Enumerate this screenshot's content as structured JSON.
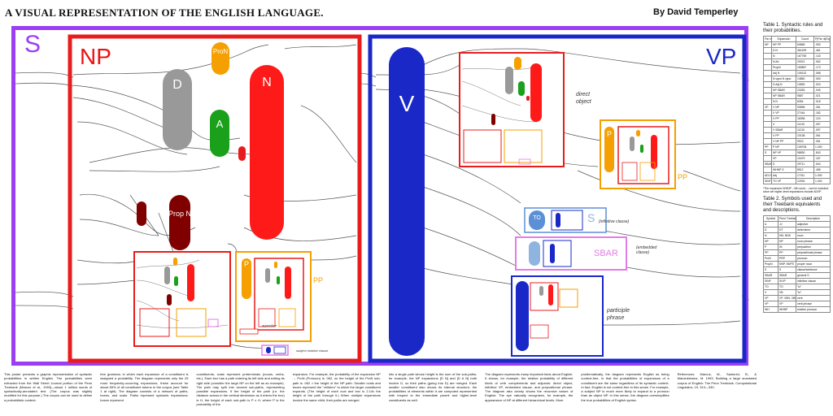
{
  "header": {
    "title": "A VISUAL REPRESENTATION OF THE ENGLISH LANGUAGE.",
    "author": "By David Temperley"
  },
  "diagram": {
    "labels": {
      "s": "S",
      "np": "NP",
      "vp": "VP",
      "v": "V",
      "pron": "ProN",
      "d": "D",
      "a": "A",
      "n": "N",
      "propn": "Prop N",
      "p": "P",
      "pp": "PP",
      "to": "TO",
      "s_inf": "S",
      "sbar": "SBAR"
    },
    "notes": {
      "direct_object": "direct object",
      "infinitive_clause": "(infinitive clause)",
      "embedded_clause": "(embedded clause)",
      "participle_phrase": "participle phrase",
      "appositive": "appositive",
      "subject_relative_clause": "subject relative clause"
    },
    "colors": {
      "s": "#9c3ef2",
      "np": "#e81c1c",
      "vp": "#1a28c8",
      "d": "#999999",
      "a": "#1aa01a",
      "n": "#ff1a1a",
      "pron": "#f5a000",
      "propn": "#800000",
      "p": "#f5a000",
      "to": "#5b8fd6",
      "sbar": "#e57be8"
    }
  },
  "sidebar": {
    "table1_caption": "Table 1. Syntactic rules and their probabilities.",
    "table1_headers": [
      "Par ent",
      "Expansion",
      "Count",
      "P(Par nt|Expansion)"
    ],
    "table1_rows": [
      [
        "NP",
        "NP PP",
        "60865",
        ".052"
      ],
      [
        "",
        "D N",
        "361499",
        ".461"
      ],
      [
        "",
        "N",
        "167769",
        ".143"
      ],
      [
        "",
        "N Ad",
        "20021",
        ".062"
      ],
      [
        "",
        "PropN",
        "159857",
        ".173"
      ],
      [
        "",
        "Adj N",
        "105132",
        ".068"
      ],
      [
        "",
        "N vgno N vgno",
        "14860",
        ".063"
      ],
      [
        "",
        "D Adj N",
        "10830",
        ".024"
      ],
      [
        "",
        "NP SBAR",
        "23283",
        ".049"
      ],
      [
        "",
        "NP SBAR",
        "9887",
        ".021"
      ],
      [
        "",
        "N N",
        "8354",
        ".018"
      ],
      [
        "VP",
        "V NP",
        "90896",
        ".261"
      ],
      [
        "",
        "V VP",
        "27444",
        ".182"
      ],
      [
        "",
        "V PP",
        "18396",
        ".124"
      ],
      [
        "",
        "V",
        "11210",
        ".097"
      ],
      [
        "",
        "V SBAR",
        "11210",
        ".097"
      ],
      [
        "",
        "V PP",
        "10138",
        ".061"
      ],
      [
        "",
        "V NP PP",
        "9923",
        ".051"
      ],
      [
        "PP",
        "P NP",
        "105708",
        "1.000"
      ],
      [
        "S",
        "NP VP",
        "98830",
        ".843"
      ],
      [
        "",
        "VP",
        "10479",
        ".157"
      ],
      [
        "SBAR",
        "S",
        "29711",
        ".544"
      ],
      [
        "",
        "WHNP S",
        "8912",
        ".456"
      ],
      [
        "ADJ P",
        "Adj",
        "17311",
        "1.000"
      ],
      [
        "SINF",
        "TO VP",
        "12932",
        "1.000"
      ]
    ],
    "table1_note": "*The expansion WHNP→Wh-word… can be included, since we higher-level expansions include ADVP.",
    "table2_caption": "Table 2. Symbols used and their Treebank equivalents and descriptions.",
    "table2_headers": [
      "Symbol",
      "Penn Treebank(s)",
      "Description"
    ],
    "table2_rows": [
      [
        "A",
        "JJ",
        "adjective"
      ],
      [
        "D",
        "DT",
        "determiner"
      ],
      [
        "N",
        "NN, NNS",
        "noun"
      ],
      [
        "NP",
        "NP",
        "noun phrase"
      ],
      [
        "P",
        "IN",
        "preposition"
      ],
      [
        "PP",
        "PP",
        "prepositional phrase"
      ],
      [
        "ProN",
        "PRP",
        "pronoun"
      ],
      [
        "PropN",
        "NNP, NNPS",
        "proper noun"
      ],
      [
        "S",
        "S",
        "clause/sentence"
      ],
      [
        "SBAR",
        "SBAR",
        "general S"
      ],
      [
        "SINF",
        "S/VP",
        "infinitive clause"
      ],
      [
        "TO",
        "TO",
        "\"to\""
      ],
      [
        "V",
        "VB",
        "\"to\""
      ],
      [
        "VP",
        "VP, VBN, VBG",
        "verb"
      ],
      [
        "VP",
        "VP",
        "verb phrase"
      ],
      [
        "WH",
        "WHNP",
        "relative pronoun"
      ]
    ]
  },
  "bottom_text": [
    "This poster presents a graphic representation of syntactic probabilities in written English. The probabilities were extracted from the Wall Street Journal portion of the Penn Treebank (Marcus et al., 1993)—about 1 million words of syntactically-annotated text. (The corpus was slightly modified for this purpose.) The corpus can be used to define a probabilistic context-",
    "free grammar, in which each expansion of a constituent is assigned a probability. The diagram represents only the 25 most frequently-occurring expansions; these account for about 65% of all constituent tokens in the corpus (see Table 1 at right). The diagram consists of a network of paths, boxes, and ovals. Paths represent syntactic expansions; boxes represent",
    "constituents; ovals represent preterminals (nouns, verbs, etc.). Each box has a path entering its left side and exiting its right side (consider the large NP on the left as an example). The path may split into several sub-paths, representing possible expansions. If the height of the path (i.e. the distance across in the vertical dimension as it enters the box) is H, the height of each sub-path is P x H, where P is the probability of the",
    "expansion. For example, the probability of the expansion NP → ProN (Pronoun) is .062, so the height of the ProN sub-path is .062 × the height of the NP path. Smaller ovals and boxes represent the \"children\" to which the larger constituent expands. (The height of each oval and box is 2.14x the height of the path through it.) When multiple expansions involve the same child, their paths are merged",
    "into a single path whose height is the sum of the sub-paths; for example, the NP expansions [D N] and [D A N] both involve D, so their paths (going into D) are merged. Each smaller constituent also shows its internal structure; the probabilities of elements within it are computed represented with respect to the immediate parent and higher-level constituents as well.",
    "The diagram represents many important facts about English. It shows, for example, the relative probability of different kinds of verb complements and adjuncts: direct object, infinitive VP, embedded clause, and prepositional phrase. The diagram also clearly shows the recursive nature of English: The eye naturally recognizes, for example, the appearance of NP at different hierarchical levels. More",
    "problematically, the diagram represents English as being context-free, in that the probabilities of expansions of a constituent are the same regardless of its syntactic context. In fact, English is not context-free in this sense. For example, a subject NP is much more likely to expand to a pronoun than an object NP. In this sense, the diagram oversimplifies the true probabilities of English syntax.",
    "References: Marcus, M., Santorini, B., & Marcinkiewicz, M. 1993. Building a large annotated corpus of English: The Penn Treebank. Computational Linguistics, 19, 313—330."
  ]
}
